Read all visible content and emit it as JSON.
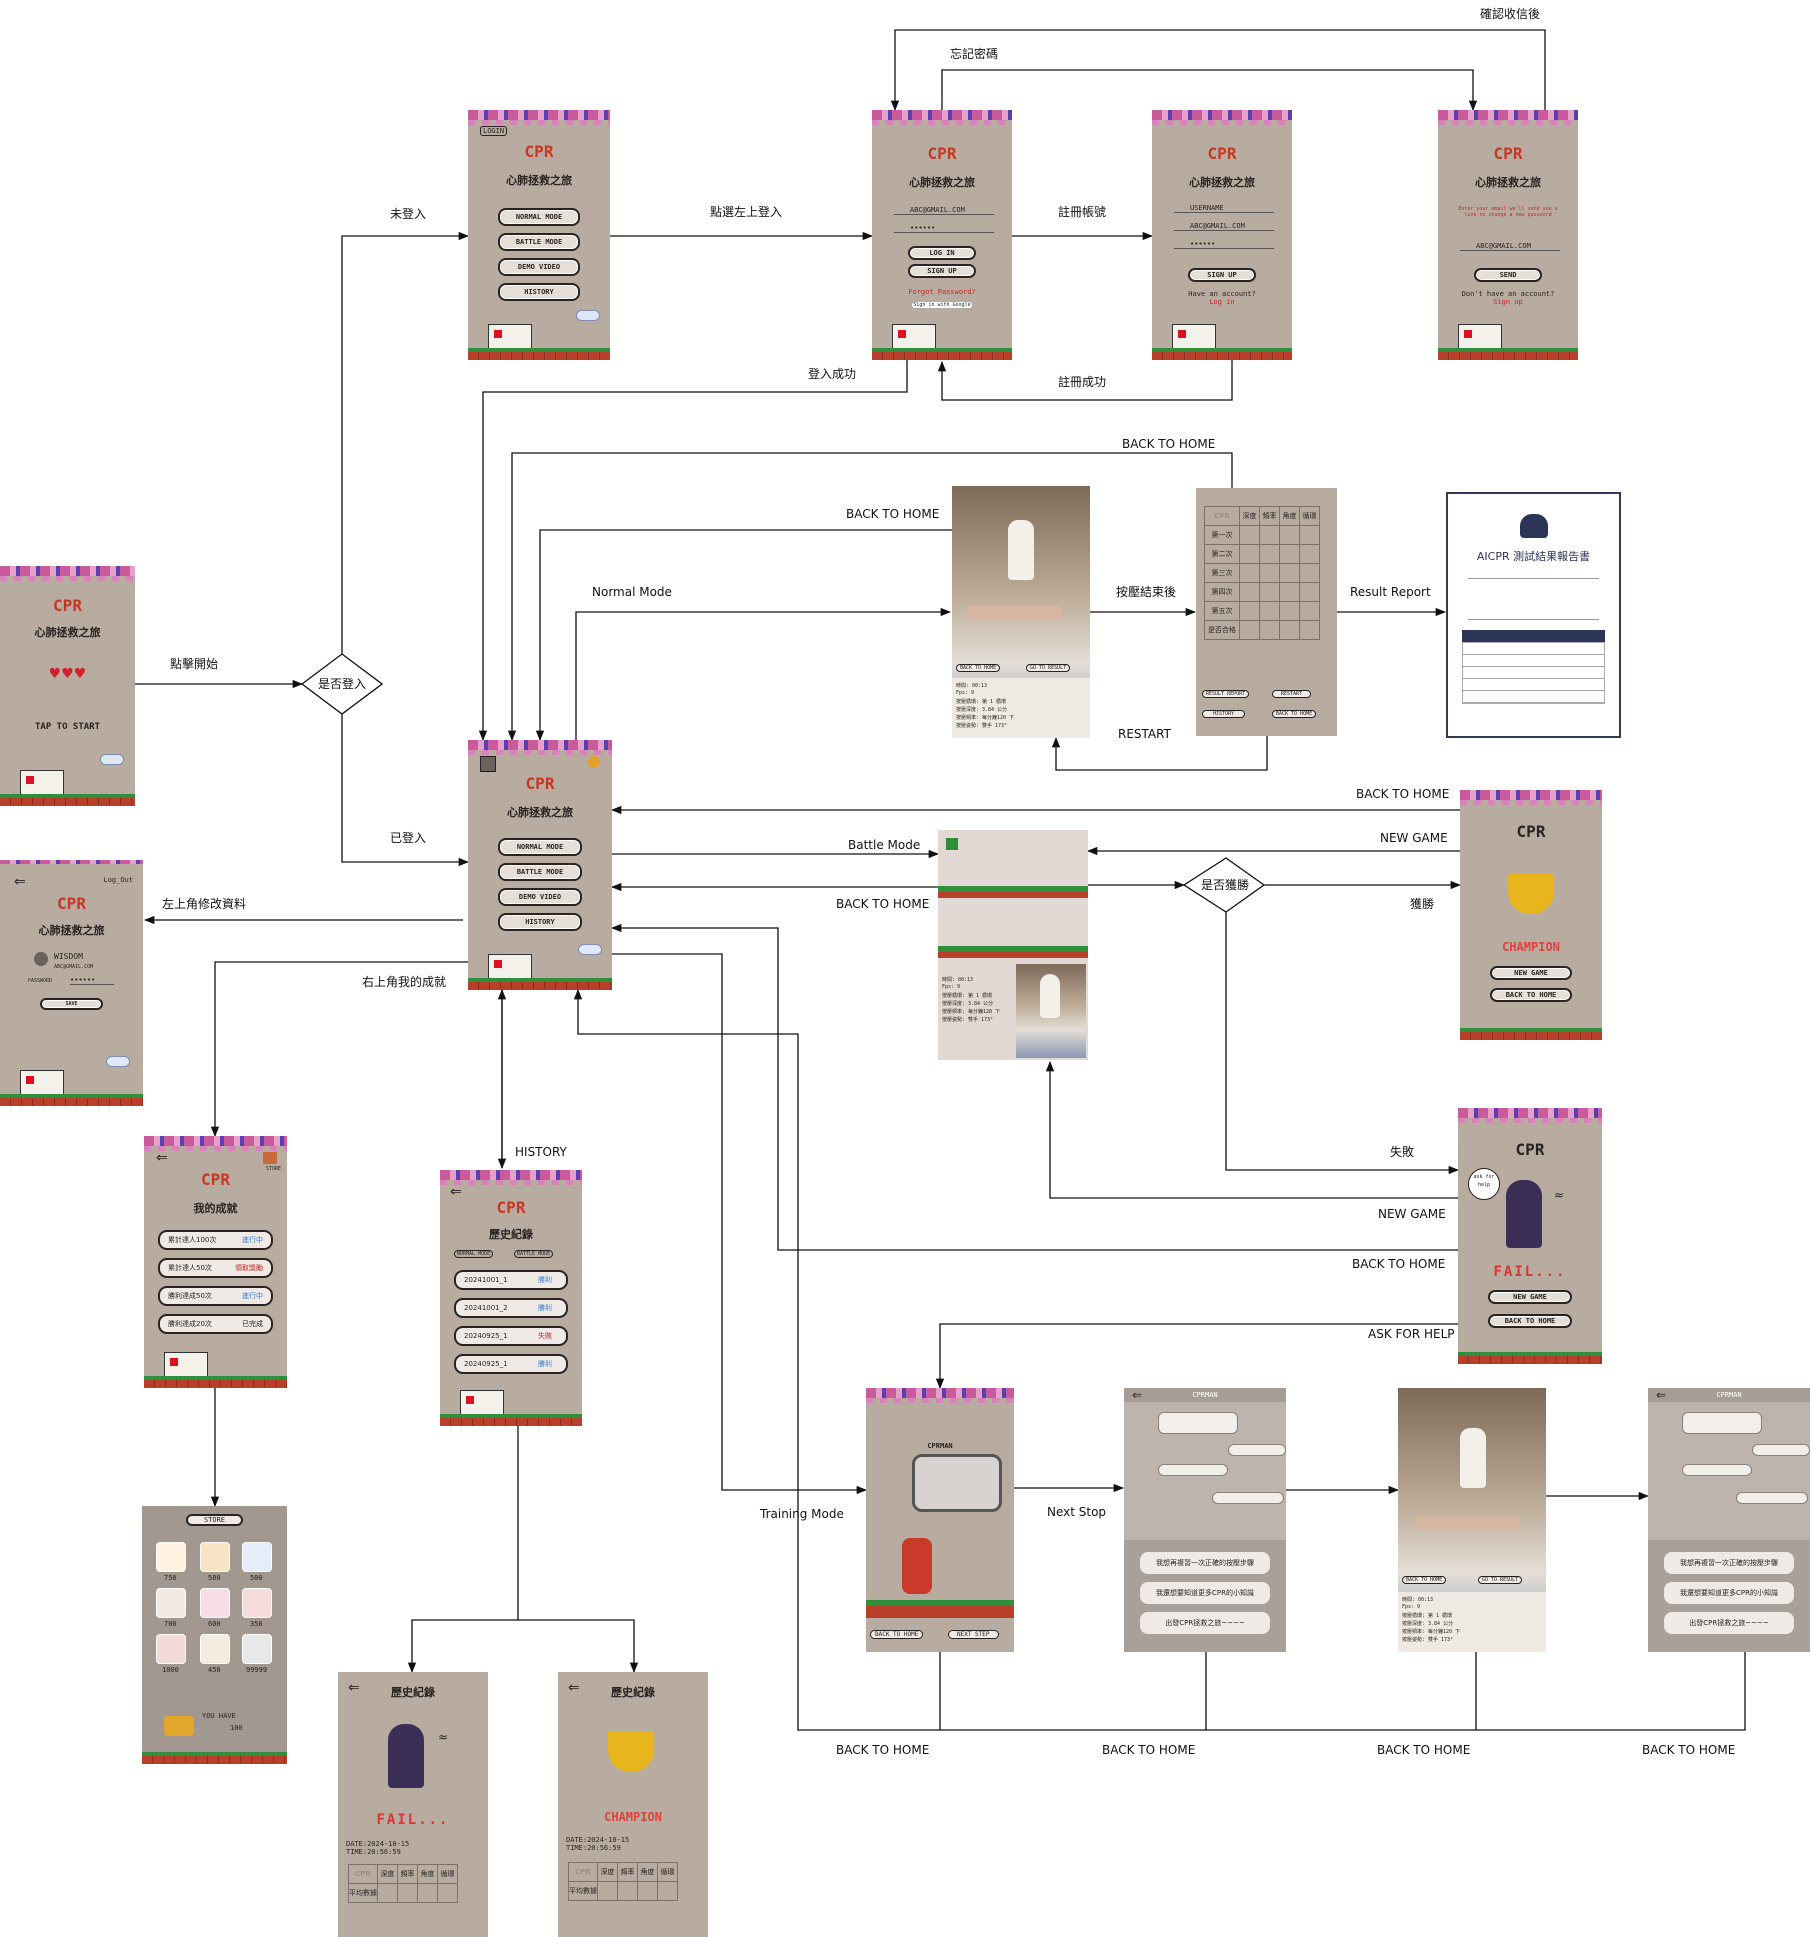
{
  "edges": {
    "tap_start": "點擊開始",
    "not_logged": "未登入",
    "logged": "已登入",
    "click_login": "點選左上登入",
    "register_account": "註冊帳號",
    "forgot_password": "忘記密碼",
    "confirm_mail": "確認收信後",
    "login_success": "登入成功",
    "register_success": "註冊成功",
    "back_home": "BACK TO HOME",
    "normal_mode": "Normal Mode",
    "after_press": "按壓結束後",
    "result_report": "Result Report",
    "restart": "RESTART",
    "battle_mode": "Battle Mode",
    "new_game": "NEW GAME",
    "win": "獲勝",
    "lose": "失敗",
    "ask_help": "ASK FOR HELP",
    "edit_profile": "左上角修改資料",
    "my_achievement": "右上角我的成就",
    "history": "HISTORY",
    "training_mode": "Training Mode",
    "next_stop": "Next Stop"
  },
  "decisions": {
    "is_logged_in": "是否登入",
    "is_win": "是否獲勝"
  },
  "screens": {
    "brand": "CPR",
    "subtitle": "心肺拯救之旅",
    "login_badge": "LOGIN",
    "menu": [
      "NORMAL MODE",
      "BATTLE MODE",
      "DEMO VIDEO",
      "HISTORY"
    ],
    "tap_to_start": "TAP TO START",
    "email_placeholder": "ABC@GMAIL.COM",
    "password_mask": "••••••",
    "log_in": "LOG IN",
    "sign_up": "SIGN UP",
    "forgot_password": "Forgot Password?",
    "google": "Sign in with Google",
    "username_placeholder": "USERNAME",
    "have_account": "Have an account?",
    "log_in_link": "Log in",
    "reset_text": "Enter your email we'll send you a link to change a new password",
    "send": "SEND",
    "no_account": "Don't have an account?",
    "sign_up_link": "Sign up",
    "log_out": "Log_Out",
    "profile_name": "WISDOM",
    "profile_email": "ABC@GMAIL.COM",
    "password_label": "PASSWORD",
    "save": "SAVE",
    "achievement_title": "我的成就",
    "store_corner": "STORE",
    "achievements": [
      {
        "name": "累計達人100次",
        "status": "進行中"
      },
      {
        "name": "累計達人50次",
        "status": "領取獎勵"
      },
      {
        "name": "勝利達成50次",
        "status": "進行中"
      },
      {
        "name": "勝利達成20次",
        "status": "已完成"
      }
    ],
    "store_title": "STORE",
    "store_prices": [
      "750",
      "500",
      "500",
      "700",
      "600",
      "350",
      "1000",
      "450",
      "99999"
    ],
    "you_have": "YOU HAVE",
    "coins": "100",
    "history_title": "歷史紀錄",
    "history_tabs": [
      "NORMAL MODE",
      "BATTLE MODE"
    ],
    "history_items": [
      {
        "id": "20241001_1",
        "result": "勝利"
      },
      {
        "id": "20241001_2",
        "result": "勝利"
      },
      {
        "id": "20240925_1",
        "result": "失敗"
      },
      {
        "id": "20240925_1",
        "result": "勝利"
      }
    ],
    "fail": "FAIL...",
    "champion": "CHAMPION",
    "date_line": "DATE:2024-10-15",
    "time_line": "TIME:20:56:59",
    "score_cols": [
      "深度",
      "頻率",
      "角度",
      "循環"
    ],
    "avg_row": "平均數據",
    "table_rows": [
      "第一次",
      "第二次",
      "第三次",
      "第四次",
      "第五次",
      "是否合格"
    ],
    "back_to_home_btn": "BACK TO HOME",
    "go_to_result": "GO TO RESULT",
    "result_btns": [
      "RESULT REPORT",
      "RESTART",
      "HISTORY",
      "BACK TO HOME"
    ],
    "stats": [
      "時間: 00:13",
      "Fps: 9",
      "按壓循環: 第 1 循環",
      "按壓深度: 3.84 公分",
      "按壓頻率: 每分鐘120 下",
      "按壓姿勢: 雙手 173°"
    ],
    "new_game_btn": "NEW GAME",
    "ask_for_help": "ask for help",
    "cprman": "CPRMAN",
    "next_step": "NEXT STEP",
    "chat_choices": [
      "我想再複習一次正確的按壓步驟",
      "我還想要知道更多CPR的小知識",
      "出發CPR拯救之旅~~~~"
    ],
    "report_title": "AICPR 測試結果報告書"
  }
}
